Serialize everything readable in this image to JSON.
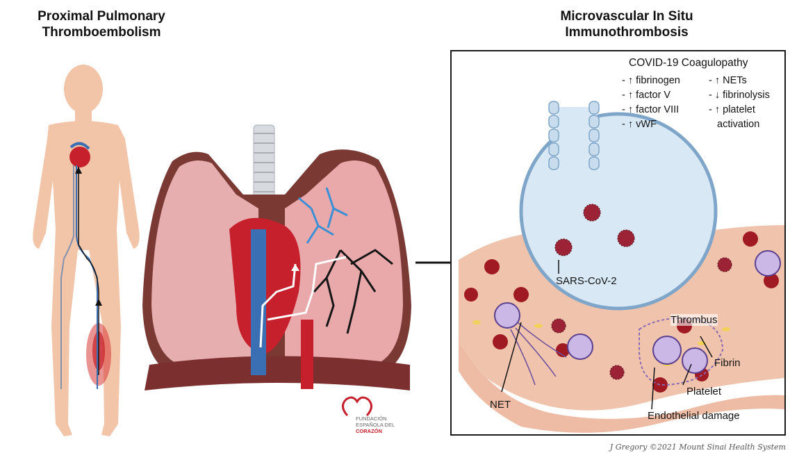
{
  "left_title": {
    "line1": "Proximal Pulmonary",
    "line2": "Thromboembolism"
  },
  "right_title": {
    "line1": "Microvascular In Situ",
    "line2": "Immunothrombosis"
  },
  "coagulopathy": {
    "heading": "COVID-19 Coagulopathy",
    "col1": [
      "- ↑ fibrinogen",
      "- ↑ factor V",
      "- ↑ factor VIII",
      "- ↑ vWF"
    ],
    "col2": [
      "- ↑ NETs",
      "- ↓ fibrinolysis",
      "- ↑ platelet",
      "activation"
    ]
  },
  "labels": {
    "sars": "SARS-CoV-2",
    "thrombus": "Thrombus",
    "fibrin": "Fibrin",
    "platelet": "Platelet",
    "net": "NET",
    "endothelial": "Endothelial damage"
  },
  "logo": {
    "line1": "FUNDACIÓN",
    "line2": "ESPAÑOLA DEL",
    "line3": "CORAZÓN"
  },
  "credit": "J Gregory ©2021 Mount Sinai Health System",
  "colors": {
    "skin": "#f2c4a8",
    "lung": "#e7aeb0",
    "blood": "#c6202c",
    "vein": "#3b6fb4",
    "alveolus": "#d8e8f5",
    "vessel": "#f0c3ac"
  }
}
